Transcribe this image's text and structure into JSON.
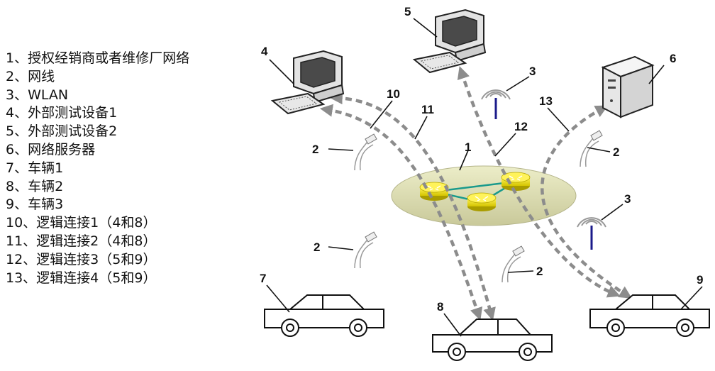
{
  "legend": [
    "1、授权经销商或者维修厂网络",
    "2、网线",
    "3、WLAN",
    "4、外部测试设备1",
    "5、外部测试设备2",
    "6、网络服务器",
    "7、车辆1",
    "8、车辆2",
    "9、车辆3",
    "10、逻辑连接1（4和8）",
    "11、逻辑连接2（4和8）",
    "12、逻辑连接3（5和9）",
    "13、逻辑连接4（5和9）"
  ],
  "callouts": {
    "n1": "1",
    "n2": "2",
    "n3": "3",
    "n4": "4",
    "n5": "5",
    "n6": "6",
    "n7": "7",
    "n8": "8",
    "n9": "9",
    "n10": "10",
    "n11": "11",
    "n12": "12",
    "n13": "13"
  },
  "colors": {
    "network_ellipse": "#d9d9b0",
    "router": "#f2e600",
    "router_link": "#1a9a8c",
    "dashed_arrow": "#8c8c8c",
    "wlan_antenna": "#1a1a8a"
  }
}
